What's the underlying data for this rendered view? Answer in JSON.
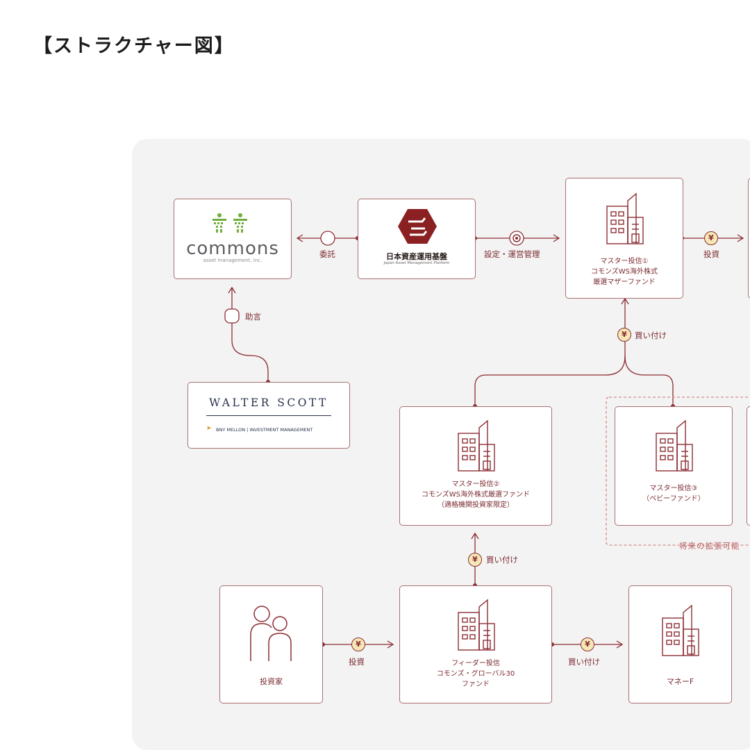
{
  "title": "【ストラクチャー図】",
  "nodes": {
    "commons": {
      "wordmark": "commons",
      "tagline": "asset management, inc."
    },
    "jamp": {
      "name": "日本資産運用基盤",
      "name_en": "Japan Asset Management Platform"
    },
    "master1": {
      "line1": "マスター投信①",
      "line2": "コモンズWS海外株式",
      "line3": "厳選マザーファンド"
    },
    "walter_scott": {
      "name": "WALTER SCOTT",
      "sub": "BNY MELLON | INVESTMENT MANAGEMENT"
    },
    "master2": {
      "line1": "マスター投信②",
      "line2": "コモンズWS海外株式厳選ファンド",
      "line3": "（適格機関投資家限定）"
    },
    "master3": {
      "line1": "マスター投信③",
      "line2": "（ベビーファンド）"
    },
    "investor": {
      "label": "投資家"
    },
    "feeder": {
      "line1": "フィーダー投信",
      "line2": "コモンズ・グローバル30",
      "line3": "ファンド"
    },
    "money": {
      "label": "マネーF"
    }
  },
  "edges": {
    "entrust": "委託",
    "setup_manage": "設定・運営管理",
    "invest_top": "投資",
    "advice": "助言",
    "buy_master1": "買い付け",
    "buy_master2": "買い付け",
    "invest_investor": "投資",
    "buy_money": "買い付け"
  },
  "future": {
    "label": "将来の拡張可能"
  },
  "badge_symbol": "¥",
  "colors": {
    "accent": "#8b2d33",
    "box_border": "#a86e70",
    "panel": "#f4f3f3",
    "yen_fill": "#f6e7b6"
  }
}
